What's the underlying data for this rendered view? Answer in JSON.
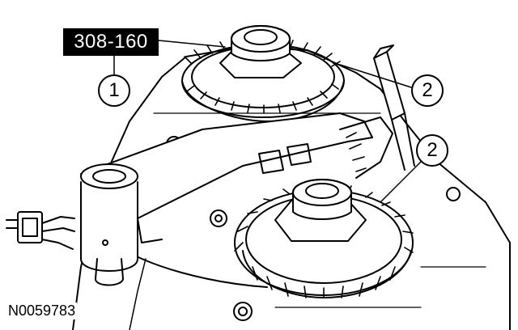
{
  "figure": {
    "tool_number": "308-160",
    "figure_code": "N0059783",
    "callouts": [
      {
        "label": "1"
      },
      {
        "label": "2"
      },
      {
        "label": "2"
      }
    ]
  }
}
